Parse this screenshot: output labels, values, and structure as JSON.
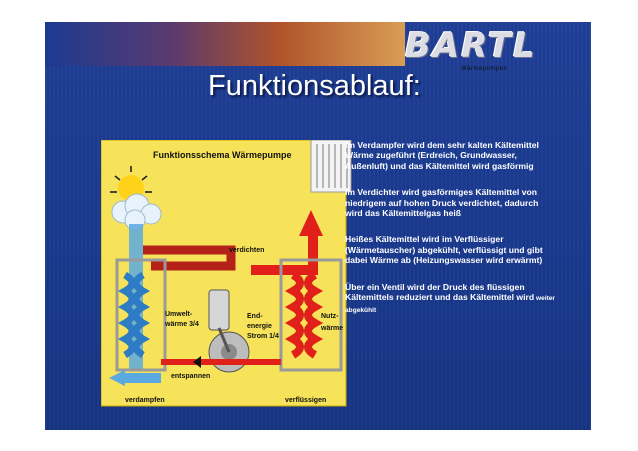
{
  "logo": {
    "text": "BARTL",
    "subtitle": "Wärmepumpen"
  },
  "title": "Funktionsablauf:",
  "diagram": {
    "heading": "Funktionsschema Wärmepumpe",
    "labels": {
      "verdichten": "verdichten",
      "umweltwaerme_1": "Umwelt-",
      "umweltwaerme_2": "wärme 3/4",
      "endenergie_1": "End-",
      "endenergie_2": "energie",
      "endenergie_3": "Strom 1/4",
      "nutzwaerme_1": "Nutz-",
      "nutzwaerme_2": "wärme",
      "entspannen": "entspannen",
      "verdampfen": "verdampfen",
      "verfluessigen": "verflüssigen"
    },
    "colors": {
      "background": "#f6e35a",
      "cold": "#5aa9e0",
      "hot": "#e2201a",
      "frame": "#9a9a9a"
    }
  },
  "bullets": [
    {
      "text": "Im Verdampfer wird dem sehr kalten Kältemittel Wärme zugeführt (Erdreich, Grundwasser, Außenluft) und das Kältemittel wird gasförmig"
    },
    {
      "text": "Im Verdichter wird gasförmiges Kältemittel von niedrigem auf hohen Druck verdichtet, dadurch wird das Kältemittelgas heiß"
    },
    {
      "text": "Heißes Kältemittel wird im Verflüssiger (Wärmetauscher) abgekühlt, verflüssigt und gibt dabei Wärme ab (Heizungswasser wird erwärmt)"
    },
    {
      "text": "Über ein Ventil wird der Druck des flüssigen Kältemittels reduziert und das Kältemittel wird",
      "small": " weiter abgekühlt"
    }
  ]
}
